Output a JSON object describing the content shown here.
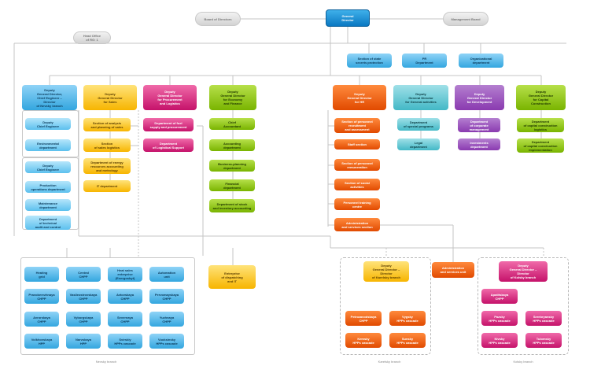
{
  "colors": {
    "line": "#c4c4c4",
    "blue": "#33a6df",
    "yellow": "#f7b500",
    "pink": "#c5126a",
    "green": "#79b400",
    "orange": "#e14a00",
    "teal": "#43b8c6",
    "purple": "#8a3ab0"
  },
  "top": {
    "board": "Board of Directors",
    "gd": "General\nDirector",
    "mb": "Management Board"
  },
  "head_office": "Head Office\nof RG: 1",
  "staff": {
    "ssp": "Section of state\nsecrets protection",
    "pr": "PR\nDepartment",
    "org": "Organizational\ndepartment"
  },
  "deputies": {
    "chief_eng": "Deputy\nGeneral Director,\nChief Engineer –\nDirector\nof Nevsky branch",
    "sales": "Deputy\nGeneral Director\nfor Sales",
    "procurement": "Deputy\nGeneral Director\nfor Procurement\nand Logistics",
    "economy": "Deputy\nGeneral Director\nfor Economy\nand Finance",
    "hr": "Deputy\nGeneral Director\nfor HR",
    "general": "Deputy\nGeneral Director\nfor General activities",
    "development": "Deputy\nGeneral Director\nfor Development",
    "capital": "Deputy\nGeneral Director\nfor Capital\nConstruction"
  },
  "col1": [
    "Deputy\nChief Engineer",
    "Environmental\ndepartment",
    "Deputy\nChief Engineer",
    "Production\noperations department",
    "Maintenance\ndepartment",
    "Department\nof technical\naudit and control"
  ],
  "col2": [
    "Section of analysis\nand planning of sales",
    "Section\nof sales logistics",
    "Department of energy\nresources accounting\nand metrology",
    "IT department"
  ],
  "col3": [
    "Department of fuel\nsupply and procurement",
    "Department\nof Logistical Support"
  ],
  "col4": [
    "Chief\nAccountant",
    "Accounting\ndepartment",
    "Business-planning\ndepartment",
    "Financial\ndepartment",
    "Department of stock\nand inventory accounting"
  ],
  "col5": [
    "Section of personnel\nrecruitment\nand assessment",
    "Staff section",
    "Section of personnel\nremuneration",
    "Section of social\nactivities",
    "Personnel training\ncentre",
    "Administration\nand services section"
  ],
  "col6": [
    "Department\nof special programs",
    "Legal\ndepartment"
  ],
  "col7": [
    "Department\nof corporate\nmanagement",
    "Investments\ndepartment"
  ],
  "col8": [
    "Department\nof capital construction\nlogistics",
    "Department\nof capital construction\nimplementation"
  ],
  "nevsky_units": [
    "Heating\ngrid",
    "Central\nCHPP",
    "Heat sales enterprise\n(Energosbyt)",
    "Automation\nunit",
    "Pravoberezhnaya\nCHPP",
    "Vasileostrovskaya\nCHPP",
    "Avtovskaya\nCHPP",
    "Pervomayskaya\nCHPP",
    "Avrorskaya\nCHPP",
    "Vyborgskaya\nCHPP",
    "Severnaya\nCHPP",
    "Yuzhnaya\nCHPP",
    "Volkhovskaya\nHPP",
    "Narvskaya\nHPP",
    "Svirskiy\nHPPs cascade",
    "Vuoksinsky\nHPPs cascade"
  ],
  "enterprise": "Enterprise\nof dispatching\nand IT",
  "karelsky": {
    "head": "Deputy\nGeneral Director –\nDirector\nof Karelsky branch",
    "units": [
      "Petrozavodskaya\nCHPP",
      "Vygsky\nHPPs cascade",
      "Kemsky\nHPPs cascade",
      "Sunsky\nHPPs cascade"
    ]
  },
  "admin_unit": "Administration\nand services unit",
  "kolsky": {
    "head": "Deputy\nGeneral Director –\nDirector\nof Kolsky branch",
    "units": [
      "Apatitskaya\nCHPP",
      "Pazsky\nHPPs cascade",
      "Serebryansky\nHPPs cascade",
      "Nivsky\nHPPs cascade",
      "Tulomsky\nHPPs cascade"
    ]
  },
  "captions": {
    "nevsky": "Nevsky branch",
    "karelsky": "Karelsky branch",
    "kolsky": "Kolsky branch"
  }
}
